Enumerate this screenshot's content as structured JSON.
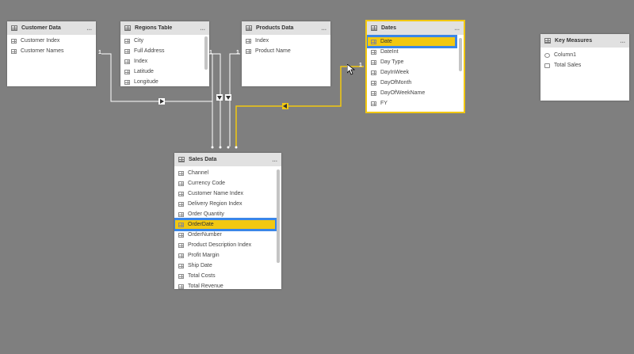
{
  "tables": {
    "customer": {
      "title": "Customer Data",
      "fields": [
        "Customer Index",
        "Customer Names"
      ]
    },
    "regions": {
      "title": "Regions Table",
      "fields": [
        "City",
        "Full Address",
        "Index",
        "Latitude",
        "Longitude"
      ]
    },
    "products": {
      "title": "Products Data",
      "fields": [
        "Index",
        "Product Name"
      ]
    },
    "dates": {
      "title": "Dates",
      "fields": [
        "Date",
        "DateInt",
        "Day Type",
        "DayInWeek",
        "DayOfMonth",
        "DayOfWeekName",
        "FY"
      ],
      "highlighted": "Date"
    },
    "measures": {
      "title": "Key Measures",
      "fields": [
        "Column1",
        "Total Sales"
      ]
    },
    "sales": {
      "title": "Sales Data",
      "fields": [
        "Channel",
        "Currency Code",
        "Customer Name Index",
        "Delivery Region Index",
        "Order Quantity",
        "OrderDate",
        "OrderNumber",
        "Product Description Index",
        "Profit Margin",
        "Ship Date",
        "Total Costs",
        "Total Revenue"
      ],
      "highlighted": "OrderDate"
    }
  },
  "header_more": "...",
  "cardinality": {
    "one": "1"
  },
  "colors": {
    "canvas": "#7f7f7f",
    "selection": "#f2c811",
    "highlight_outline": "#3a86e8"
  },
  "icons": {
    "table": "table-icon",
    "field": "field-icon",
    "measure": "calculator-icon",
    "cursor": "mouse-pointer-icon"
  }
}
